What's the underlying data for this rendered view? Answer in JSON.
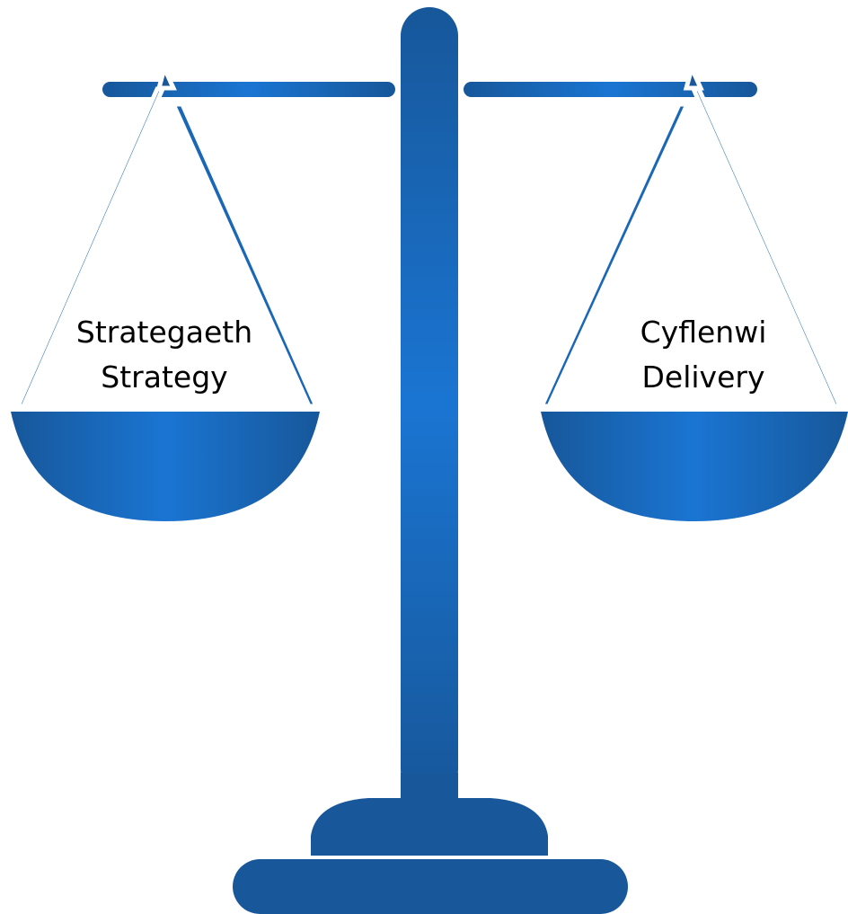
{
  "colors": {
    "blue_dark": "#17579A",
    "blue_light": "#1A75D2",
    "background": "#FFFFFF",
    "text": "#000000"
  },
  "left_pan": {
    "line1": "Strategaeth",
    "line2": "Strategy"
  },
  "right_pan": {
    "line1": "Cyflenwi",
    "line2": "Delivery"
  }
}
